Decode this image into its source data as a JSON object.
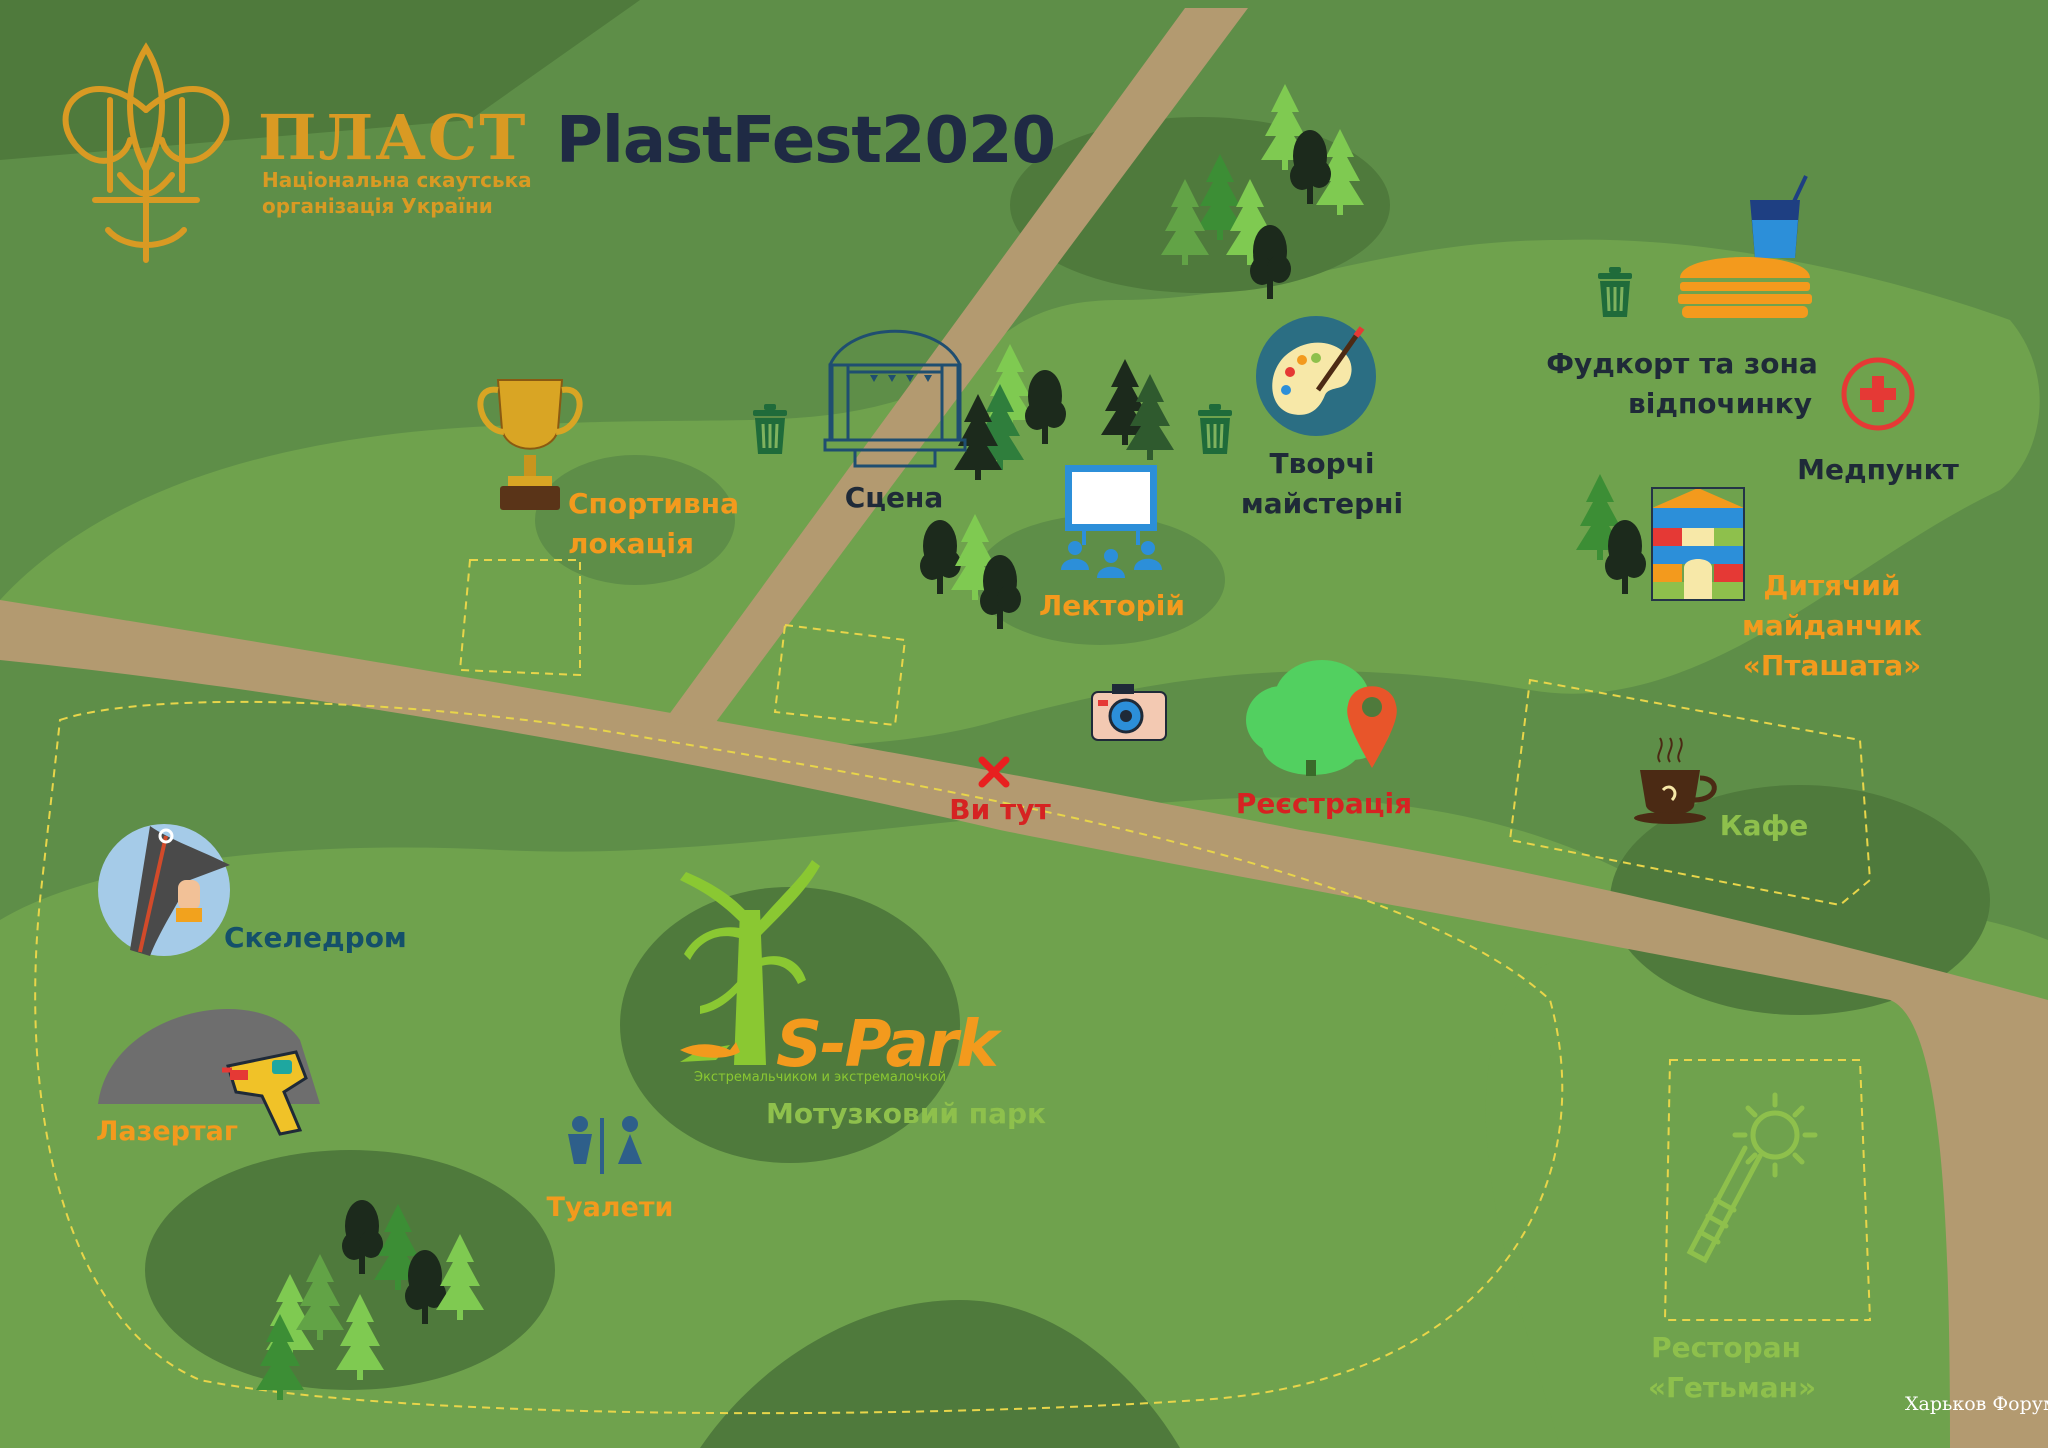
{
  "header": {
    "logo_name": "ПЛАСТ",
    "logo_subtitle_line1": "Національна скаутська",
    "logo_subtitle_line2": "організація України",
    "title": "PlastFest2020"
  },
  "locations": {
    "sports": {
      "line1": "Спортивна",
      "line2": "локація",
      "icon": "trophy-icon"
    },
    "stage": {
      "label": "Сцена",
      "icon": "stage-icon"
    },
    "lecture": {
      "label": "Лекторій",
      "icon": "lecture-screen-icon"
    },
    "workshops": {
      "line1": "Творчі",
      "line2": "майстерні",
      "icon": "palette-icon"
    },
    "foodcourt": {
      "line1": "Фудкорт та зона",
      "line2": "відпочинку",
      "icon": "burger-drink-icon"
    },
    "medical": {
      "label": "Медпункт",
      "icon": "first-aid-icon"
    },
    "playground": {
      "line1": "Дитячий",
      "line2": "майданчик",
      "line3": "«Пташата»",
      "icon": "toy-house-icon"
    },
    "you_are_here": {
      "label": "Ви тут",
      "icon": "x-mark-icon"
    },
    "registration": {
      "label": "Реєстрація",
      "icon": "location-pin-icon"
    },
    "cafe": {
      "label": "Кафе",
      "icon": "coffee-cup-icon"
    },
    "climbing": {
      "label": "Скеледром",
      "icon": "climbing-icon"
    },
    "lasertag": {
      "label": "Лазертаг",
      "icon": "laser-gun-icon"
    },
    "toilets": {
      "label": "Туалети",
      "icon": "toilet-icon"
    },
    "ropepark": {
      "label": "Мотузковий парк",
      "logo": "S-Park",
      "logo_tagline": "Экстремальчиком и экстремалочкой",
      "icon": "tree-logo-icon"
    },
    "restaurant": {
      "line1": "Ресторан",
      "line2": "«Гетьман»",
      "icon": "mace-icon"
    }
  },
  "credit": "Харьков Форум",
  "colors": {
    "background": "#5e8e48",
    "light_area": "#6fa24d",
    "dark_area": "#4f7a3c",
    "path": "#b39a70",
    "accent_orange": "#f39a1d",
    "accent_red": "#d62222",
    "label_green": "#8ec04c"
  }
}
